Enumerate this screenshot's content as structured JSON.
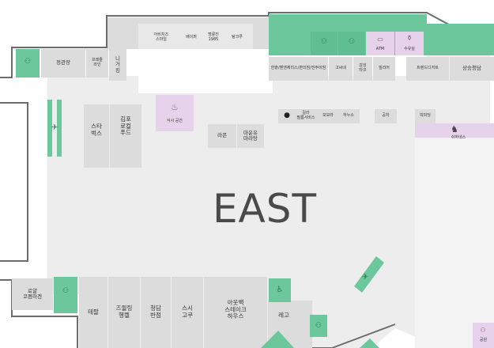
{
  "zone_label": "EAST",
  "colors": {
    "corridor": "#ededed",
    "store": "#dcdcdc",
    "amenity": "#6cc79c",
    "facility": "#e6d2ea",
    "outline": "#6d6d6d"
  },
  "stores_top": {
    "store1": "아비치즈\n스마일",
    "store2": "베이퍼",
    "store3": "명륜진\n1985",
    "store4": "탐크루"
  },
  "stores_row": {
    "s1": "한솥/벤앤제리스/편의점/전주비빔",
    "s2": "고씨네",
    "s3": "감성\n타코",
    "s4": "빌리어",
    "s5": "트렌드디저트",
    "s6": "상승청담"
  },
  "amenity_labels": {
    "atm": "ATM",
    "nursing_room": "수유실",
    "meal_room": "식사 공간",
    "elevator_shop": "쉬하네스",
    "restroom": "공원"
  },
  "stores_west": {
    "w1": "정관장",
    "w2": "프레즐\n라인",
    "w3": "니\n거\n킹",
    "w4": "스타\n벅스",
    "w5": "김포\n로컬\n푸드"
  },
  "stores_mid": {
    "m1": "라콘",
    "m2": "마운유\n마라탕",
    "m3": "길라\n필름서비스",
    "m4": "모모라",
    "m5": "하누소",
    "m6": "공차",
    "m7": "빅피딩"
  },
  "stores_bottom": {
    "b1": "로얄\n코펜하겐",
    "b2": "테팔",
    "b3": "즈윌링\n헹켈",
    "b4": "청담\n반점",
    "b5": "스시\n고쿠",
    "b6": "아웃백\n스테이크\n하우스",
    "b7": "레고"
  }
}
